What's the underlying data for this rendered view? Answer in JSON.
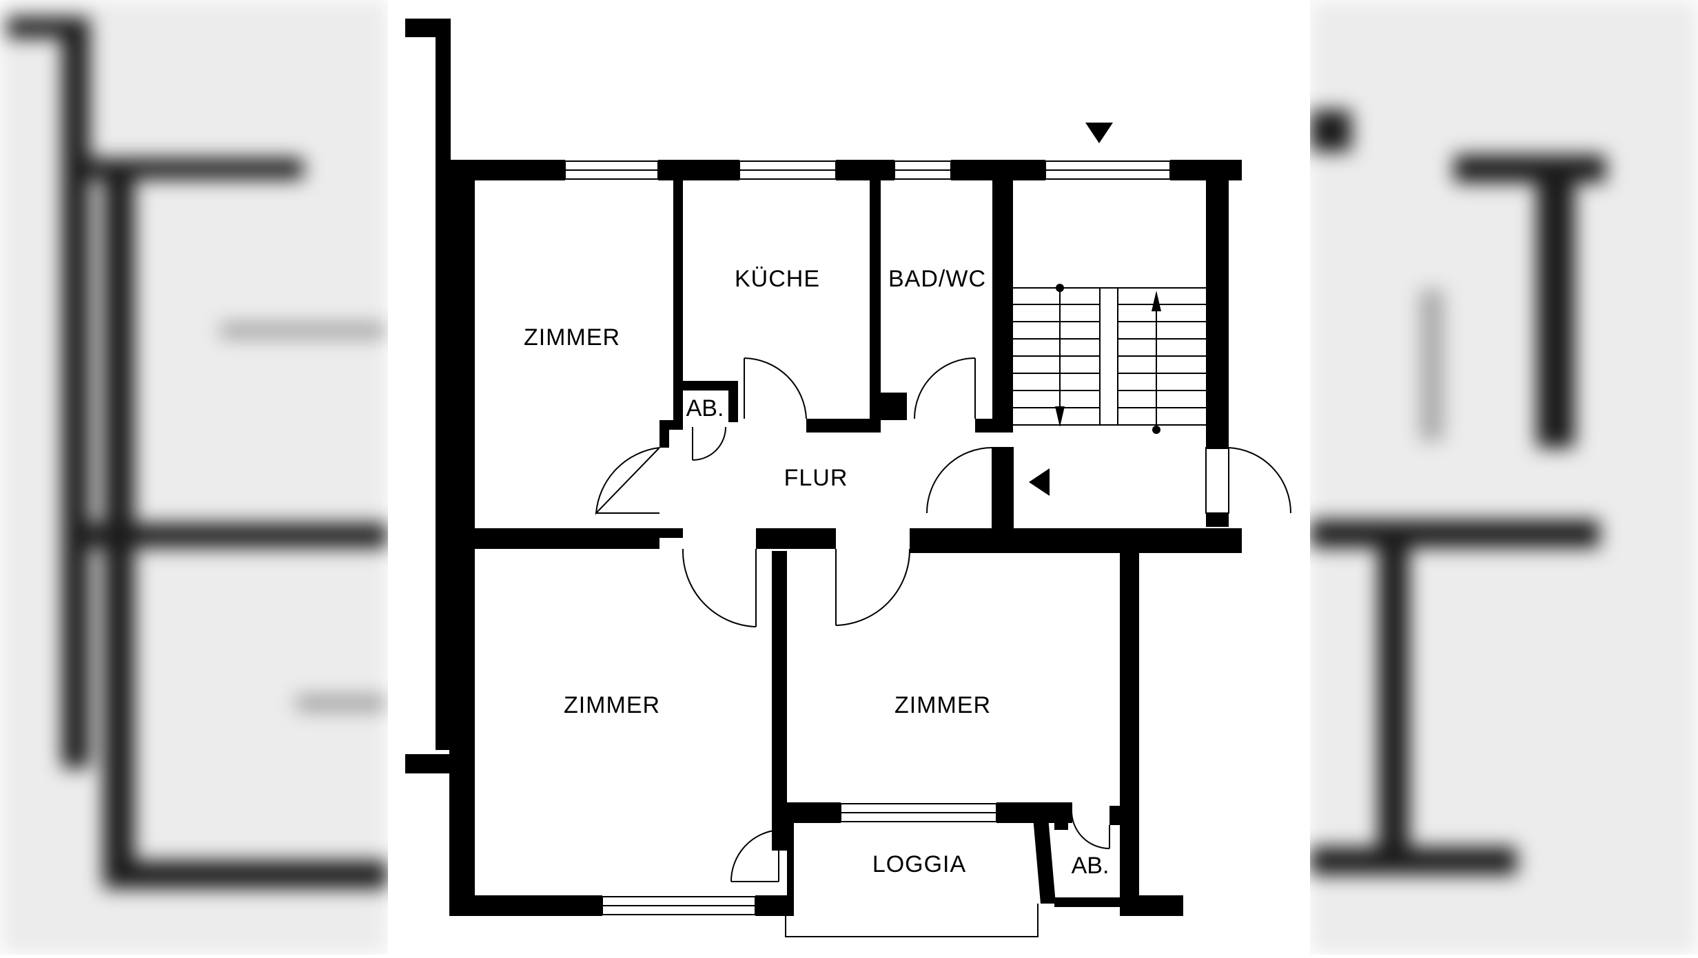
{
  "plan": {
    "rooms": {
      "zimmer_nw": "ZIMMER",
      "kueche": "KÜCHE",
      "bad_wc": "BAD/WC",
      "abstell_flur": "AB.",
      "flur": "FLUR",
      "zimmer_sw": "ZIMMER",
      "zimmer_se": "ZIMMER",
      "loggia": "LOGGIA",
      "abstell_loggia": "AB."
    }
  },
  "colors": {
    "wall": "#000000",
    "background": "#ffffff",
    "blurred_side": "#e9e9e9"
  },
  "icons": {
    "entrance_top": "triangle-down-icon",
    "entrance_side": "triangle-left-icon",
    "stair_arrows": "arrow-icons"
  }
}
